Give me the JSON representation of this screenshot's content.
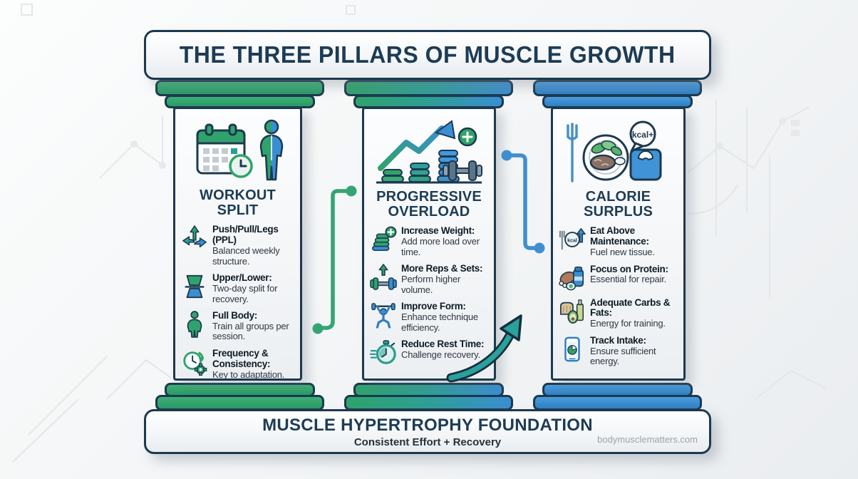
{
  "title": "THE THREE PILLARS OF MUSCLE GROWTH",
  "colors": {
    "outline": "#1c394f",
    "green": "#2fa36b",
    "blue": "#3a8ed2",
    "teal": "#2aa19a",
    "heading_text": "#1d3c55",
    "body_text": "#2e3842",
    "watermark_text": "#9aa4ac"
  },
  "pillars": [
    {
      "name": "WORKOUT SPLIT",
      "accent": "green",
      "header_icons": [
        "calendar-clock-icon",
        "split-body-icon"
      ],
      "items": [
        {
          "icon": "direction-arrows-icon",
          "title": "Push/Pull/Legs (PPL)",
          "body": "Balanced weekly structure."
        },
        {
          "icon": "torso-split-icon",
          "title": "Upper/Lower:",
          "body": "Two-day split for recovery."
        },
        {
          "icon": "full-body-icon",
          "title": "Full Body:",
          "body": "Train all groups per session."
        },
        {
          "icon": "clock-gear-icon",
          "title": "Frequency & Consistency:",
          "body": "Key to adaptation."
        }
      ]
    },
    {
      "name": "PROGRESSIVE OVERLOAD",
      "accent": "green-to-blue",
      "header_icons": [
        "rising-arrow-plates-dumbbell-icon",
        "plus-badge-icon"
      ],
      "items": [
        {
          "icon": "plate-stack-plus-icon",
          "title": "Increase Weight:",
          "body": "Add more load over time."
        },
        {
          "icon": "dumbbell-up-arrow-icon",
          "title": "More Reps & Sets:",
          "body": "Perform higher volume."
        },
        {
          "icon": "overhead-lifter-icon",
          "title": "Improve Form:",
          "body": "Enhance technique efficiency."
        },
        {
          "icon": "stopwatch-icon",
          "title": "Reduce Rest Time:",
          "body": "Challenge recovery."
        }
      ]
    },
    {
      "name": "CALORIE SURPLUS",
      "accent": "blue",
      "bubble_label": "kcal+",
      "plate_label": "kcal",
      "header_icons": [
        "meal-plate-fork-icon",
        "kcal-bubble-icon",
        "scale-icon"
      ],
      "items": [
        {
          "icon": "kcal-plate-arrow-icon",
          "title": "Eat Above Maintenance:",
          "body": "Fuel new tissue."
        },
        {
          "icon": "protein-foods-icon",
          "title": "Focus on Protein:",
          "body": "Essential for repair."
        },
        {
          "icon": "carbs-fats-icon",
          "title": "Adequate Carbs & Fats:",
          "body": "Energy for training."
        },
        {
          "icon": "phone-tracking-icon",
          "title": "Track Intake:",
          "body": "Ensure sufficient energy."
        }
      ]
    }
  ],
  "footer": {
    "title": "MUSCLE HYPERTROPHY FOUNDATION",
    "subtitle": "Consistent Effort + Recovery",
    "watermark": "bodymusclematters.com"
  }
}
